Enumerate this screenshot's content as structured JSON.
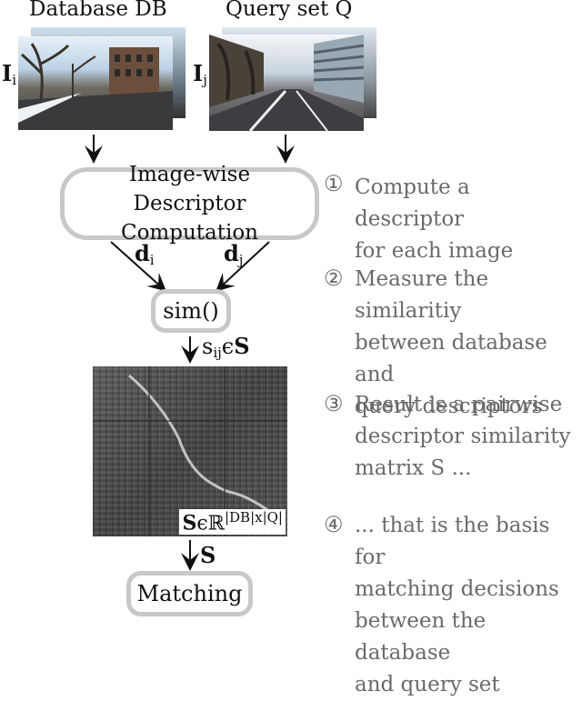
{
  "headers": {
    "database": "Database DB",
    "query": "Query set Q"
  },
  "image_labels": {
    "db_main": "I",
    "db_sub": "i",
    "q_main": "I",
    "q_sub": "j"
  },
  "descriptor_box": {
    "line1": "Image-wise",
    "line2": "Descriptor Computation"
  },
  "descriptor_labels": {
    "di_main": "d",
    "di_sub": "i",
    "dj_main": "d",
    "dj_sub": "j"
  },
  "sim_box": {
    "label": "sim()"
  },
  "sij_label": {
    "main": "s",
    "sub": "ij",
    "sym": "ϵ",
    "bold": "S"
  },
  "matrix_label": {
    "bold": "S",
    "rest": "ϵℝ",
    "sup": "|DB|x|Q|"
  },
  "s_label": "S",
  "matching_box": {
    "label": "Matching"
  },
  "steps": [
    {
      "num": "①",
      "line1": "Compute a descriptor",
      "line2": "for each image"
    },
    {
      "num": "②",
      "line1": "Measure the similaritiy",
      "line2": "between database and",
      "line3": "query descriptors"
    },
    {
      "num": "③",
      "line1": "Result is a pairwise",
      "line2": "descriptor similarity",
      "line3": "matrix S ..."
    },
    {
      "num": "④",
      "line1": "... that is the basis for",
      "line2": "matching decisions",
      "line3": "between the database",
      "line4": "and query set"
    }
  ],
  "colors": {
    "box_border": "#c8c8c8",
    "step_text": "#6a6a6a",
    "arrow": "#111111"
  }
}
